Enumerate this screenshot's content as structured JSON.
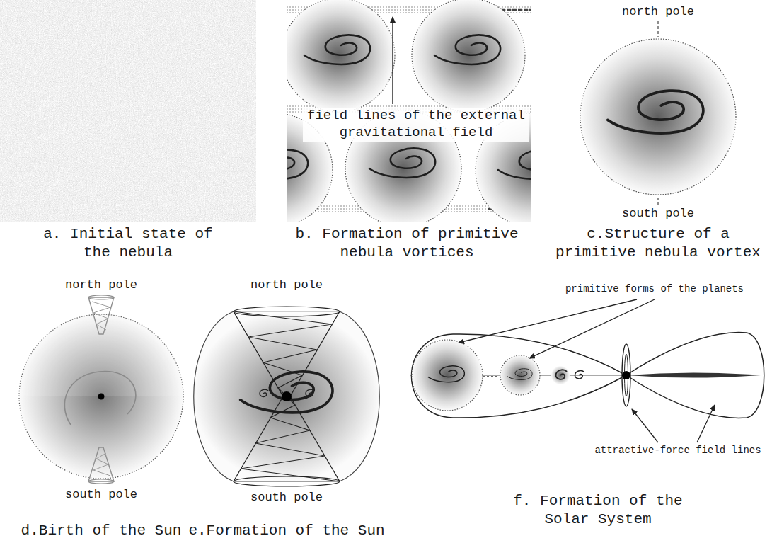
{
  "diagram": {
    "labels": [
      "field lines of the external gravitational field",
      "north pole",
      "south pole",
      "a. Initial state of the nebula",
      "b. Formation of primitive nebula vortices",
      "c.Structure of a primitive nebula vortex",
      "north pole",
      "north pole",
      "primitive forms of the planets",
      "attractive-force field lines",
      "south pole",
      "south pole",
      "d.Birth of the Sun",
      "e.Formation of the Sun",
      "f. Formation of the Solar System"
    ]
  }
}
